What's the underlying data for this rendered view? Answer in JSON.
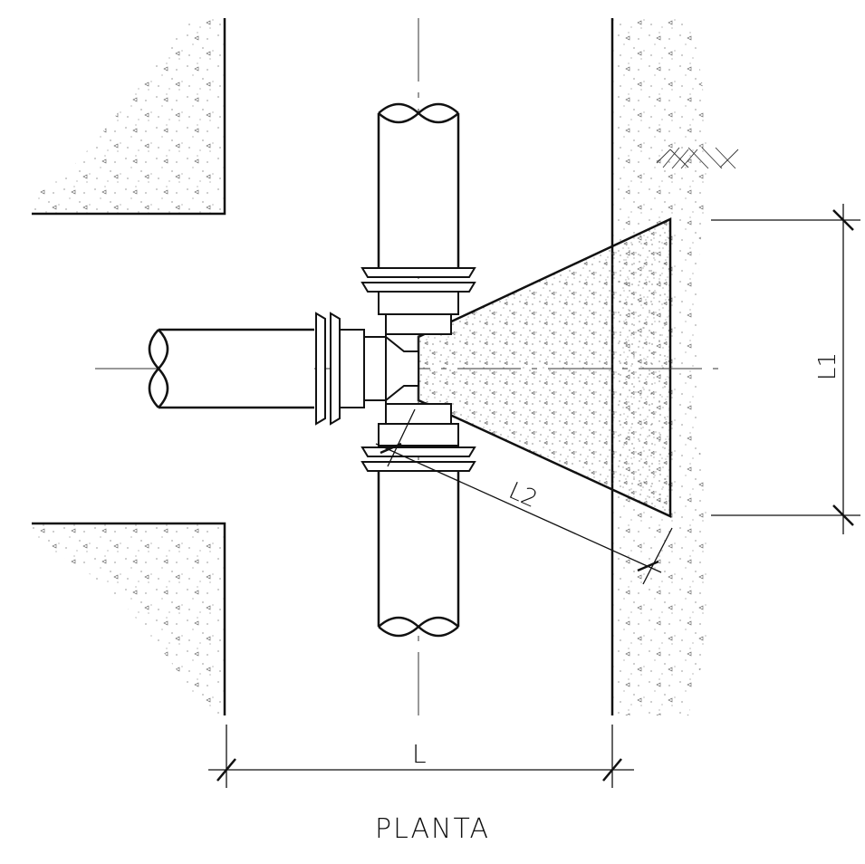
{
  "drawing": {
    "title": "PLANTA",
    "dimensions": {
      "horizontal": "L",
      "vertical": "L1",
      "inclined": "L2"
    },
    "colors": {
      "line": "#111111",
      "centerline": "#333333",
      "concrete_fill": "#ffffff",
      "stipple": "#555555"
    }
  }
}
